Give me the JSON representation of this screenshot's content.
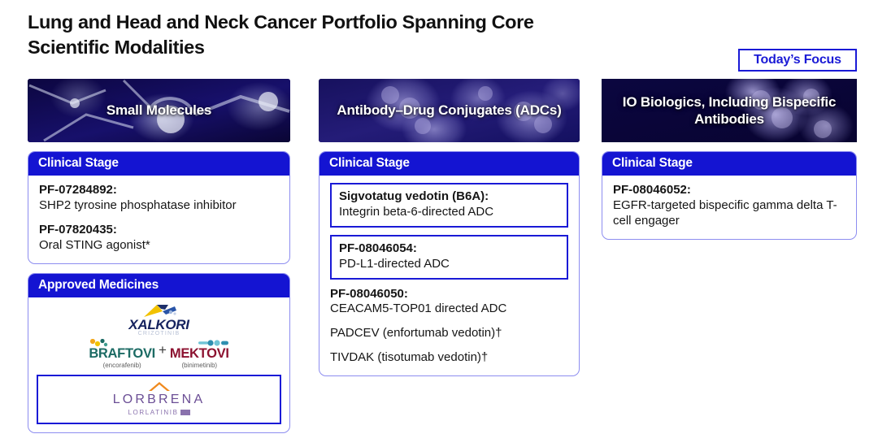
{
  "slide": {
    "title": "Lung and Head and Neck Cancer Portfolio Spanning Core Scientific Modalities",
    "focus_badge": "Today’s Focus"
  },
  "colors": {
    "brand_blue": "#1414d2",
    "highlight_border": "#1a1ad6",
    "header_navy": "#120a56",
    "panel_border": "#8d8df0"
  },
  "columns": [
    {
      "id": "small-molecules",
      "header": "Small Molecules",
      "header_art": "molecule-structure-image",
      "panels": [
        {
          "id": "clinical-stage",
          "title": "Clinical Stage",
          "entries": [
            {
              "name": "PF-07284892:",
              "desc": "SHP2 tyrosine phosphatase inhibitor",
              "highlighted": false
            },
            {
              "name": "PF-07820435:",
              "desc": "Oral STING agonist*",
              "highlighted": false
            }
          ]
        },
        {
          "id": "approved-medicines",
          "title": "Approved Medicines",
          "logos": [
            {
              "id": "xalkori",
              "name": "XALKORI",
              "sub": "CRIZOTINIB",
              "highlighted": false
            },
            {
              "id": "braftovi",
              "name": "BRAFTOVI",
              "generic": "(encorafenib)",
              "highlighted": false
            },
            {
              "id": "combo-plus",
              "name": "+",
              "highlighted": false
            },
            {
              "id": "mektovi",
              "name": "MEKTOVI",
              "generic": "(binimetinib)",
              "highlighted": false
            },
            {
              "id": "lorbrena",
              "name": "LORBRENA",
              "sub": "LORLATINIB",
              "highlighted": true
            }
          ]
        }
      ]
    },
    {
      "id": "antibody-drug-conjugates",
      "header": "Antibody–Drug Conjugates (ADCs)",
      "header_art": "antibody-protein-image",
      "panels": [
        {
          "id": "clinical-stage",
          "title": "Clinical Stage",
          "entries": [
            {
              "name": "Sigvotatug vedotin (B6A):",
              "desc": "Integrin beta-6-directed ADC",
              "highlighted": true
            },
            {
              "name": "PF-08046054:",
              "desc": "PD-L1-directed ADC",
              "highlighted": true
            },
            {
              "name": "PF-08046050:",
              "desc": "CEACAM5-TOP01 directed ADC",
              "highlighted": false
            },
            {
              "name": "",
              "desc": "PADCEV (enfortumab vedotin)†",
              "highlighted": false
            },
            {
              "name": "",
              "desc": "TIVDAK (tisotumab vedotin)†",
              "highlighted": false
            }
          ]
        }
      ]
    },
    {
      "id": "io-biologics",
      "header": "IO Biologics, Including Bispecific Antibodies",
      "header_art": "bispecific-antibody-image",
      "panels": [
        {
          "id": "clinical-stage",
          "title": "Clinical Stage",
          "entries": [
            {
              "name": "PF-08046052:",
              "desc": "EGFR-targeted bispecific gamma delta T-cell engager",
              "highlighted": false
            }
          ]
        }
      ]
    }
  ]
}
